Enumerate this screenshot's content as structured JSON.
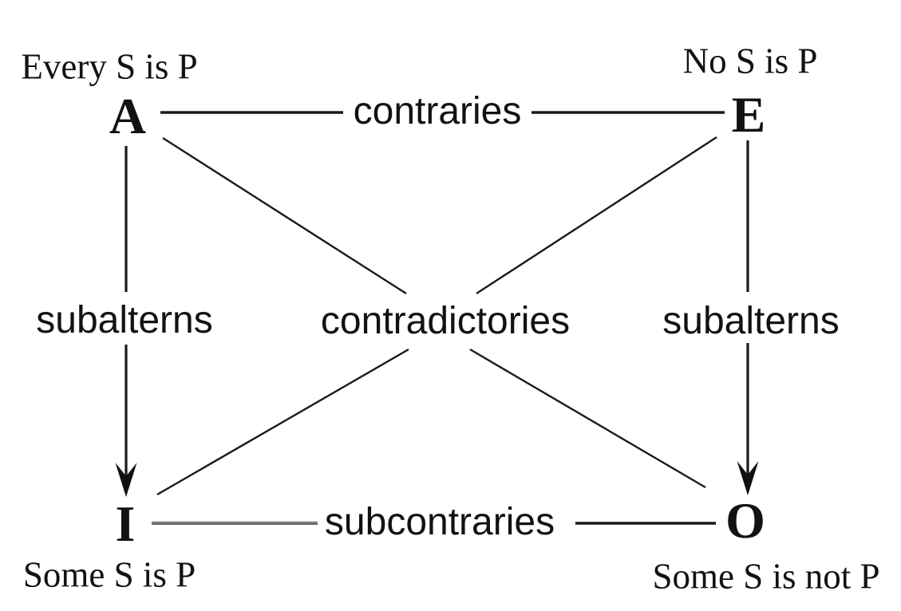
{
  "diagram": {
    "kind": "square-of-opposition",
    "background": "#ffffff",
    "colors": {
      "text": "#121212",
      "line": "#1a1a1a",
      "subcontraries_left_segment_gray": "#8d8d8d"
    },
    "nodes": {
      "a": {
        "letter": "A",
        "proposition": "Every S is P"
      },
      "e": {
        "letter": "E",
        "proposition": "No S is P"
      },
      "i": {
        "letter": "I",
        "proposition": "Some S is P"
      },
      "o": {
        "letter": "O",
        "proposition": "Some S is not P"
      }
    },
    "relations": {
      "contraries": "contraries",
      "contradictories": "contradictories",
      "subalterns_left": "subalterns",
      "subalterns_right": "subalterns",
      "subcontraries": "subcontraries"
    }
  }
}
